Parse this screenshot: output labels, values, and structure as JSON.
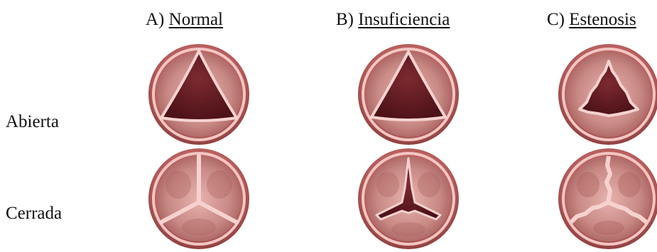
{
  "columns": [
    {
      "letter": "A)",
      "name": "Normal"
    },
    {
      "letter": "B)",
      "name": "Insuficiencia"
    },
    {
      "letter": "C)",
      "name": "Estenosis"
    }
  ],
  "rows": {
    "open": "Abierta",
    "closed": "Cerrada"
  },
  "colors": {
    "ring_outer": "#b85f5e",
    "ring_inner": "#f3c6c2",
    "opening": "#6f1f26",
    "leaflet": "#c98a86",
    "leaflet_edge": "#f6d2cf",
    "cusp_shadow": "#a9605c"
  }
}
